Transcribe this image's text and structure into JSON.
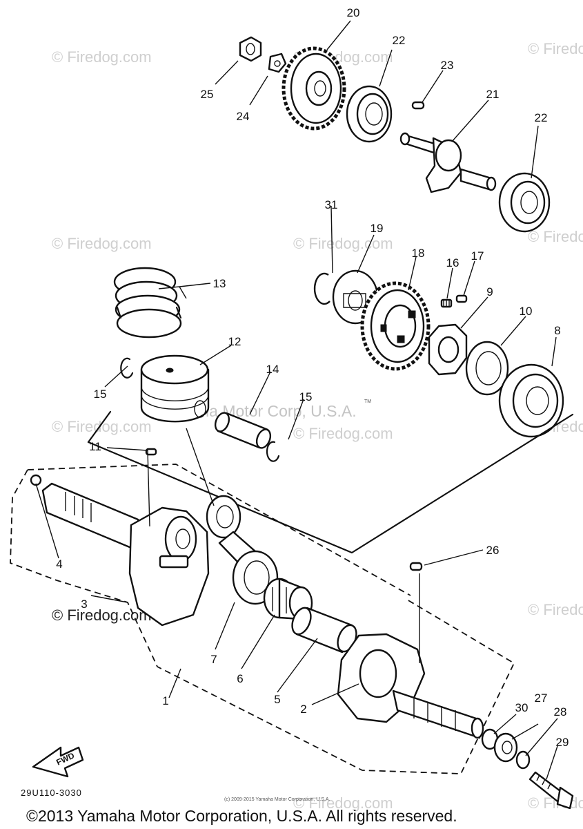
{
  "watermarks": {
    "firedog": "© Firedog.com",
    "yamaha": "Yamaha Motor Corp, U.S.A.",
    "tm": "TM"
  },
  "parts": [
    {
      "num": "1"
    },
    {
      "num": "2"
    },
    {
      "num": "3"
    },
    {
      "num": "4"
    },
    {
      "num": "5"
    },
    {
      "num": "6"
    },
    {
      "num": "7"
    },
    {
      "num": "8"
    },
    {
      "num": "9"
    },
    {
      "num": "10"
    },
    {
      "num": "11"
    },
    {
      "num": "12"
    },
    {
      "num": "13"
    },
    {
      "num": "14"
    },
    {
      "num": "15"
    },
    {
      "num": "15"
    },
    {
      "num": "16"
    },
    {
      "num": "17"
    },
    {
      "num": "18"
    },
    {
      "num": "19"
    },
    {
      "num": "20"
    },
    {
      "num": "21"
    },
    {
      "num": "22"
    },
    {
      "num": "22"
    },
    {
      "num": "23"
    },
    {
      "num": "24"
    },
    {
      "num": "25"
    },
    {
      "num": "26"
    },
    {
      "num": "27"
    },
    {
      "num": "28"
    },
    {
      "num": "29"
    },
    {
      "num": "30"
    },
    {
      "num": "31"
    }
  ],
  "direction_arrow": "FWD",
  "diagram_code": "29U110-3030",
  "small_copyright": "(c) 2009-2015 Yamaha Motor Corporation, U.S.A.",
  "copyright": "©2013 Yamaha Motor Corporation, U.S.A. All rights reserved."
}
